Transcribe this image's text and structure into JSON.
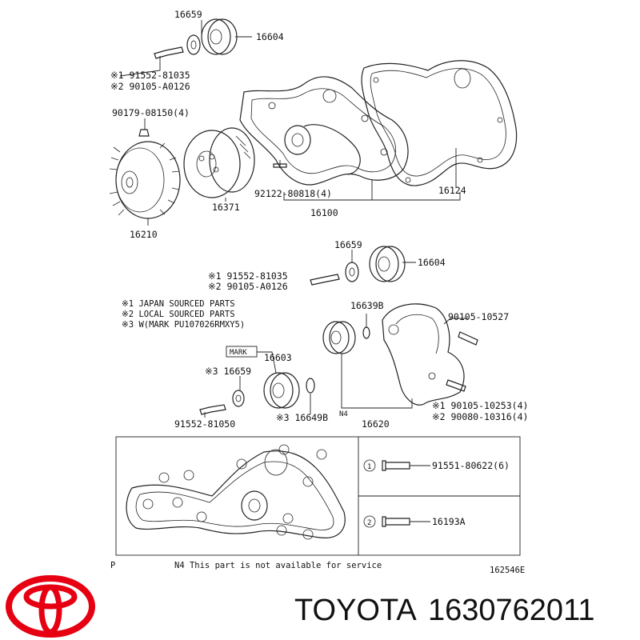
{
  "labels": {
    "p16659_a": "16659",
    "p16604_a": "16604",
    "p91552_a": "※1 91552-81035",
    "p90105_a": "※2 90105-A0126",
    "p90179": "90179-08150(4)",
    "p92122": "92122-80818(4)",
    "p16124": "16124",
    "p16371": "16371",
    "p16100": "16100",
    "p16210": "16210",
    "p16659_b": "16659",
    "p16604_b": "16604",
    "p91552_b": "※1 91552-81035",
    "p90105_b": "※2 90105-A0126",
    "p16639B": "16639B",
    "p90105_10527": "90105-10527",
    "mark": "MARK",
    "p16603": "16603",
    "p16659_c": "※3 16659",
    "p91552_81050": "91552-81050",
    "p16649B": "※3 16649B",
    "n4": "N4",
    "p16620": "16620",
    "p90105_10253": "※1 90105-10253(4)",
    "p90080_10316": "※2 90080-10316(4)",
    "p91551": "91551-80622(6)",
    "p16193A": "16193A",
    "circle1": "1",
    "circle2": "2",
    "catalog_code": "162546E",
    "p_marker": "P"
  },
  "notes": {
    "n1": "※1 JAPAN SOURCED PARTS",
    "n2": "※2 LOCAL SOURCED PARTS",
    "n3": "※3 W(MARK PU107026RMXY5)",
    "footnote": "N4 This part is not available for service"
  },
  "footer": {
    "brand": "TOYOTA",
    "part_number": "1630762011"
  },
  "colors": {
    "logo_red": "#e60012",
    "line": "#222222"
  }
}
